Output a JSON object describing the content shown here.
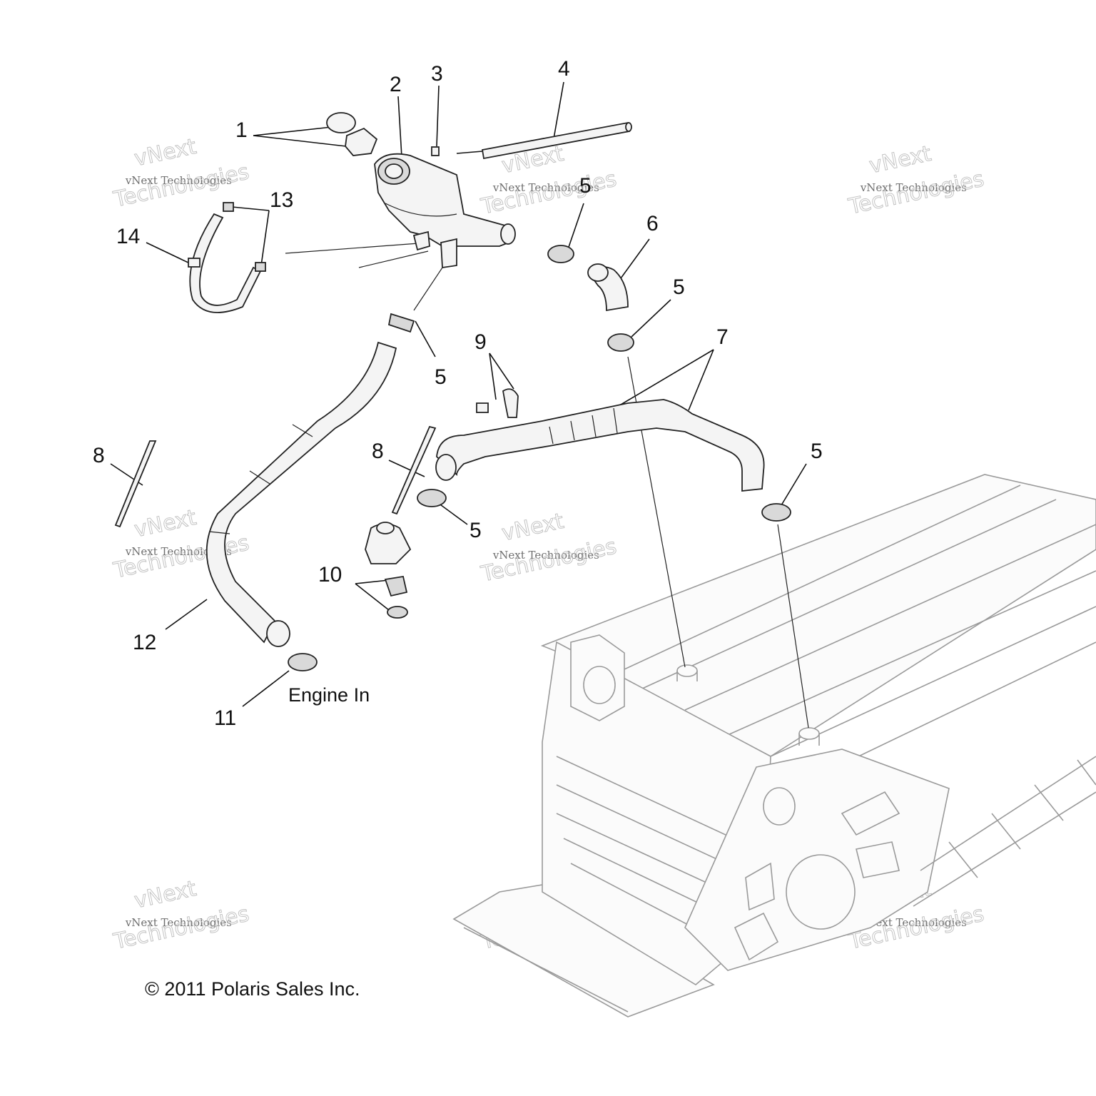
{
  "diagram": {
    "caption_engine": "Engine In",
    "copyright": "© 2011 Polaris Sales Inc.",
    "callouts": [
      "1",
      "2",
      "3",
      "4",
      "5",
      "6",
      "7",
      "8",
      "9",
      "10",
      "11",
      "12",
      "13",
      "14"
    ],
    "watermark": {
      "line1": "vNext Technologies",
      "line2": "vNext",
      "line3": "Technologies"
    }
  }
}
